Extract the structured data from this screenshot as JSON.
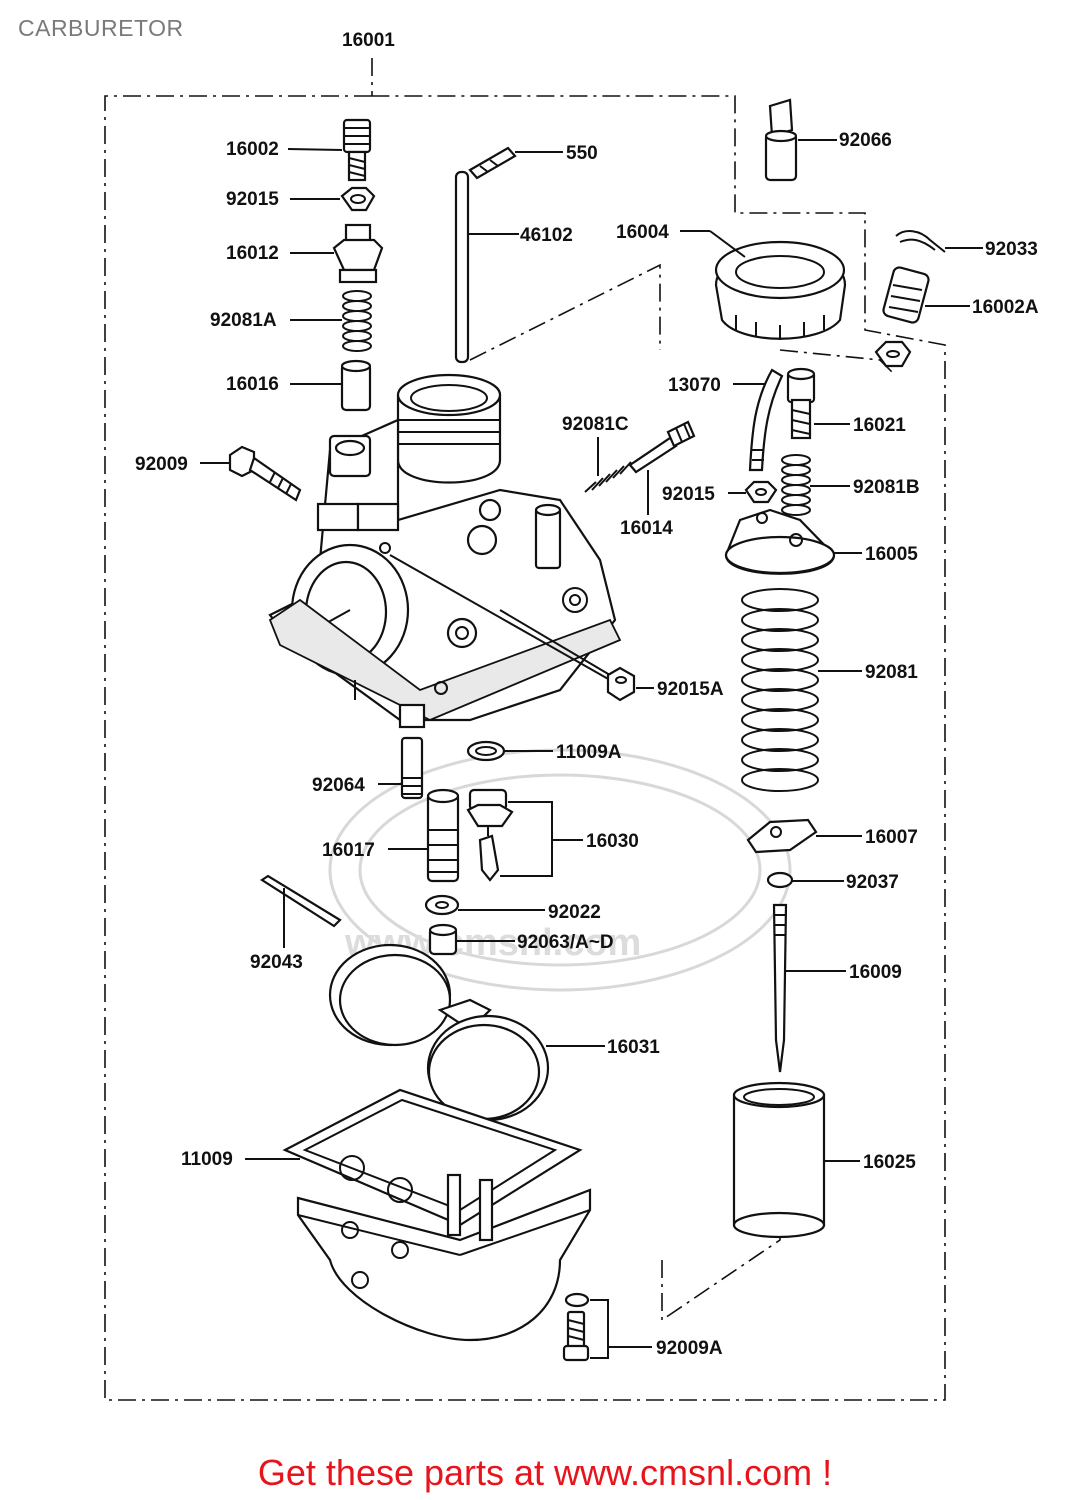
{
  "title": "CARBURETOR",
  "promo": "Get these parts at www.cmsnl.com !",
  "watermark": "www.cmsnl.com",
  "parts": {
    "p16001": "16001",
    "p16002": "16002",
    "p92015_top": "92015",
    "p16012": "16012",
    "p92081A": "92081A",
    "p16016": "16016",
    "p92009": "92009",
    "p550": "550",
    "p46102": "46102",
    "p92081C": "92081C",
    "p16014": "16014",
    "p92015A": "92015A",
    "p11009A": "11009A",
    "p92064": "92064",
    "p16017": "16017",
    "p16030": "16030",
    "p92022": "92022",
    "p92063": "92063/A~D",
    "p92043": "92043",
    "p16031": "16031",
    "p11009": "11009",
    "p92009A": "92009A",
    "p92066": "92066",
    "p92033": "92033",
    "p16002A": "16002A",
    "p16004": "16004",
    "p13070": "13070",
    "p16021": "16021",
    "p92015_right": "92015",
    "p92081B": "92081B",
    "p16005": "16005",
    "p92081": "92081",
    "p16007": "16007",
    "p92037": "92037",
    "p16009": "16009",
    "p16025": "16025"
  }
}
